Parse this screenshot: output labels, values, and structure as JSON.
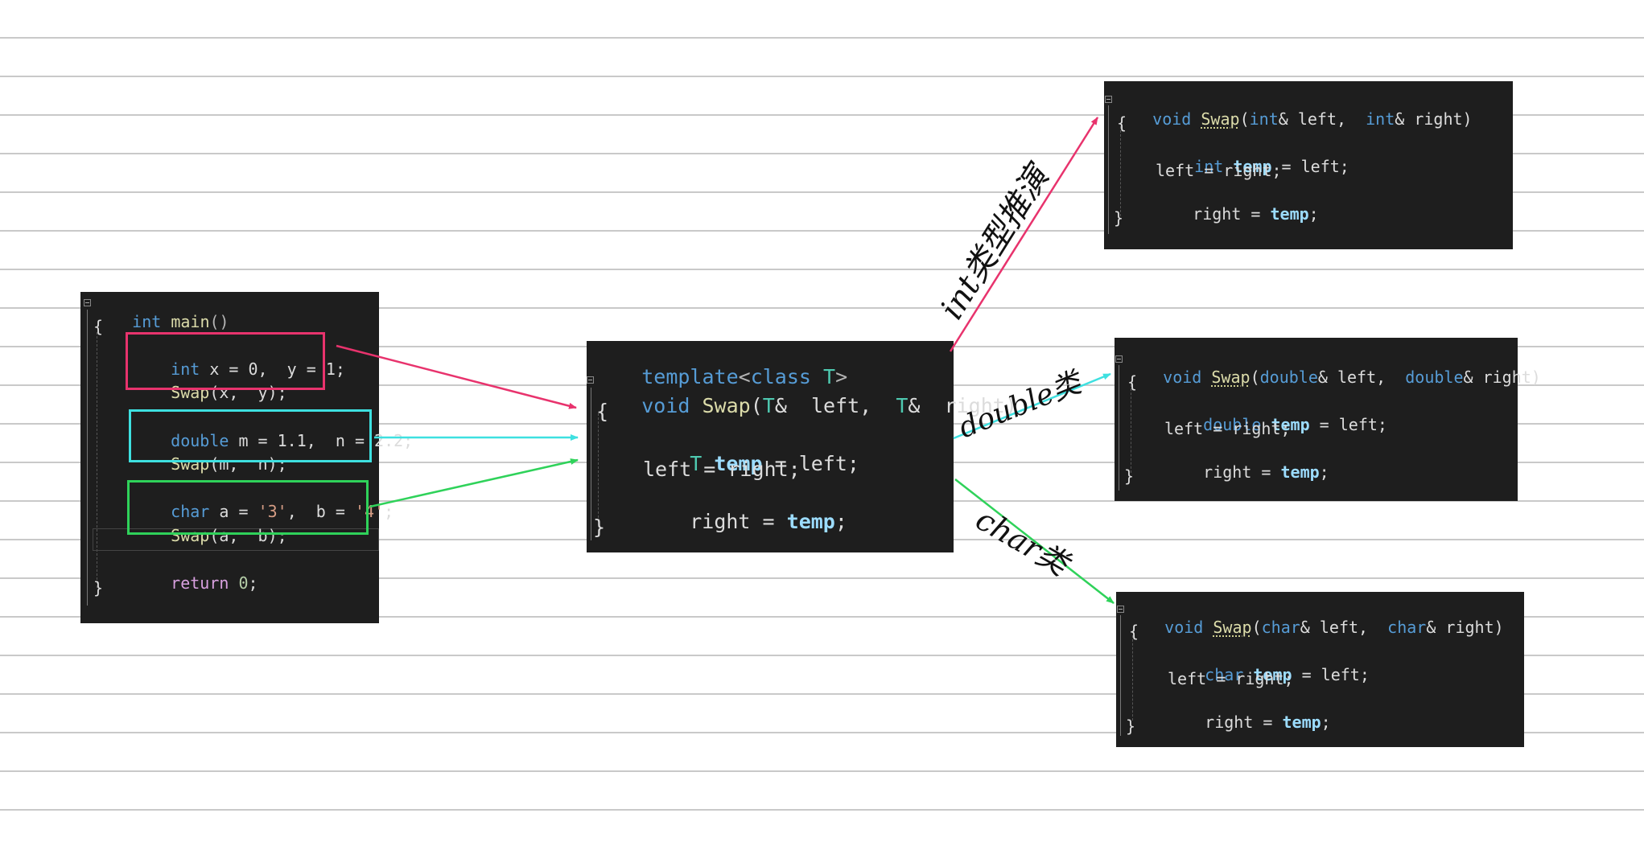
{
  "main_panel": {
    "lines": {
      "l1_kw": "int",
      "l1_fn": "main",
      "l1_p": "()",
      "l2": "{",
      "l3_kw": "int",
      "l3_rest": " x = 0,  y = 1;",
      "l4_fn": "Swap",
      "l4_rest": "(x,  y);",
      "l5_kw": "double",
      "l5_rest": " m = 1.1,  n = 2.2;",
      "l6_fn": "Swap",
      "l6_rest": "(m,  n);",
      "l7_kw": "char",
      "l7_a": " a = ",
      "l7_s1": "'3'",
      "l7_b": ",  b = ",
      "l7_s2": "'4'",
      "l7_end": ";",
      "l8_fn": "Swap",
      "l8_rest": "(a,  b);",
      "l9_kw": "return",
      "l9_num": " 0",
      "l9_end": ";",
      "l10": "}"
    }
  },
  "template_panel": {
    "t1_kw": "template",
    "t1_lt": "<",
    "t1_class": "class",
    "t1_T": " T",
    "t1_gt": ">",
    "t2_kw": "void",
    "t2_fn": " Swap",
    "t2_a": "(",
    "t2_T1": "T",
    "t2_b": "&  left,  ",
    "t2_T2": "T",
    "t2_c": "&  right)",
    "t3": "{",
    "t4_T": "T",
    "t4_temp": " temp",
    "t4_rest": " = left;",
    "t5": "left = right;",
    "t6_a": "right = ",
    "t6_temp": "temp",
    "t6_end": ";",
    "t7": "}"
  },
  "int_panel": {
    "h_void": "void",
    "h_swap": "Swap",
    "h_p1": "(",
    "h_type1": "int",
    "h_mid": "& left,  ",
    "h_type2": "int",
    "h_end": "& right)",
    "open": "{",
    "b1_type": "int",
    "b1_temp": " temp",
    "b1_rest": " = left;",
    "b2": "left = right;",
    "b3_a": "right = ",
    "b3_temp": "temp",
    "b3_end": ";",
    "close": "}"
  },
  "double_panel": {
    "h_void": "void",
    "h_swap": "Swap",
    "h_p1": "(",
    "h_type1": "double",
    "h_mid": "& left,  ",
    "h_type2": "double",
    "h_end": "& right)",
    "open": "{",
    "b1_type": "double",
    "b1_temp": " temp",
    "b1_rest": " = left;",
    "b2": "left = right;",
    "b3_a": "right = ",
    "b3_temp": "temp",
    "b3_end": ";",
    "close": "}"
  },
  "char_panel": {
    "h_void": "void",
    "h_swap": "Swap",
    "h_p1": "(",
    "h_type1": "char",
    "h_mid": "& left,  ",
    "h_type2": "char",
    "h_end": "& right)",
    "open": "{",
    "b1_type": "char",
    "b1_temp": " temp",
    "b1_rest": " = left;",
    "b2": "left = right;",
    "b3_a": "right = ",
    "b3_temp": "temp",
    "b3_end": ";",
    "close": "}"
  },
  "annotations": {
    "int_label": "int类型推演",
    "double_label": "double类",
    "char_label": "char类"
  },
  "colors": {
    "int_arrow": "#e8336d",
    "double_arrow": "#3ee0e0",
    "char_arrow": "#2fd25a"
  }
}
